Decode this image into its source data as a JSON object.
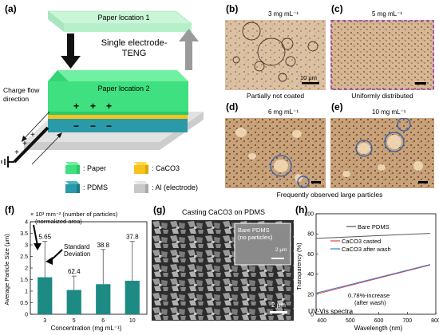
{
  "panels": {
    "a": {
      "label": "(a)",
      "paper_loc1": "Paper location 1",
      "paper_loc2": "Paper location 2",
      "teng": "Single electrode-TENG",
      "charge_flow": "Charge flow direction",
      "legend": {
        "paper": ": Paper",
        "caco3": ": CaCO3",
        "pdms": ": PDMS",
        "al": ": Al (electrode)"
      },
      "colors": {
        "paper": "#3ee07f",
        "caco3": "#f6c21b",
        "pdms": "#2a9aa8",
        "al": "#c8c8c8"
      }
    },
    "b": {
      "label": "(b)",
      "conc": "3 mg mL⁻¹",
      "caption": "Partially not coated",
      "scale": "10 μm"
    },
    "c": {
      "label": "(c)",
      "conc": "5 mg mL⁻¹",
      "caption": "Uniformly distributed"
    },
    "d": {
      "label": "(d)",
      "conc": "6 mg mL⁻¹"
    },
    "e": {
      "label": "(e)",
      "conc": "10 mg mL⁻¹"
    },
    "de_caption": "Frequently observed large particles",
    "f": {
      "label": "(f)",
      "note": "× 10³ mm⁻² (number of particles)",
      "note2": "(normalized area)",
      "std": "Standard",
      "std2": "Deviation"
    },
    "g": {
      "label": "(g)",
      "title": "Casting CaCO3 on PDMS",
      "inset": "Bare PDMS",
      "inset2": "(no particles)",
      "inset_scale": "2 μm",
      "scale": "2 μm"
    },
    "h": {
      "label": "(h)",
      "note": "0.78%-increase",
      "note2": "(after wash)",
      "subtitle": "UV-Vis spectra"
    }
  },
  "chart_data": [
    {
      "type": "bar",
      "categories": [
        "3",
        "5",
        "6",
        "10"
      ],
      "values": [
        1.6,
        1.05,
        1.3,
        1.45
      ],
      "errors": [
        1.55,
        0.6,
        1.5,
        1.7
      ],
      "annotations": [
        "5.65",
        "62.4",
        "38.8",
        "37.8"
      ],
      "xlabel": "Concentration (mg mL⁻¹)",
      "ylabel": "Average Particle Size (μm)",
      "ylim": [
        0,
        4
      ],
      "yticks": [
        0,
        0.5,
        1,
        1.5,
        2,
        2.5,
        3,
        3.5,
        4
      ],
      "color": "#1e8a84"
    },
    {
      "type": "line",
      "x": [
        380,
        780
      ],
      "series": [
        {
          "name": "Bare PDMS",
          "color": "#555555",
          "values": [
            75.5,
            80.5
          ]
        },
        {
          "name": "CaCO3 casted",
          "color": "#e0453a",
          "values": [
            20,
            49
          ]
        },
        {
          "name": "CaCO3 after wash",
          "color": "#3a77d6",
          "values": [
            21,
            49.5
          ]
        }
      ],
      "xlabel": "Wavelength (nm)",
      "ylabel": "Transparency (%)",
      "xlim": [
        380,
        800
      ],
      "ylim": [
        0,
        100
      ],
      "xticks": [
        400,
        500,
        600,
        700,
        800
      ],
      "yticks": [
        0,
        20,
        40,
        60,
        80,
        100
      ]
    }
  ]
}
